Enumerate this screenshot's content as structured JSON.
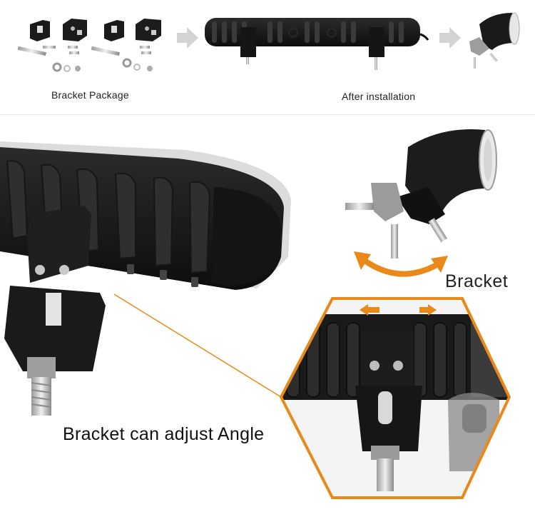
{
  "captions": {
    "bracket_package": "Bracket Package",
    "after_installation": "After installation"
  },
  "labels": {
    "bracket": "Bracket",
    "adjust_angle": "Bracket can adjust Angle"
  },
  "colors": {
    "accent_orange": "#e8891a",
    "arrow_gray": "#d3d3d3",
    "housing_black": "#1d1d1d",
    "bolt_silver": "#c9c9c9"
  }
}
